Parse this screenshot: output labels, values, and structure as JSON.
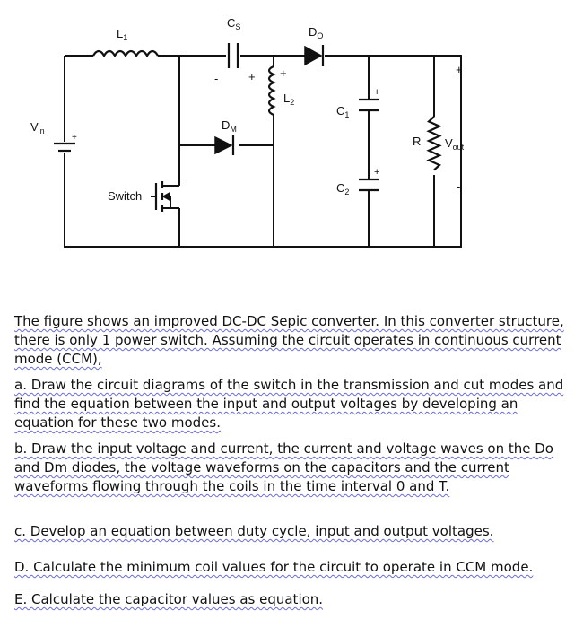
{
  "circuit": {
    "labels": {
      "l1": "L",
      "l1_sub": "1",
      "cs": "C",
      "cs_sub": "S",
      "do": "D",
      "do_sub": "O",
      "l2": "L",
      "l2_sub": "2",
      "c1": "C",
      "c1_sub": "1",
      "c2": "C",
      "c2_sub": "2",
      "dm": "D",
      "dm_sub": "M",
      "vin": "V",
      "vin_sub": "in",
      "r": "R",
      "vout": "V",
      "vout_sub": "out",
      "switch": "Switch",
      "plus": "+",
      "minus": "-"
    }
  },
  "question": {
    "intro": "The figure shows an improved DC-DC Sepic converter. In this converter structure, there is only 1 power switch. Assuming the circuit operates in continuous current mode (CCM),",
    "part_a": "a. Draw the circuit diagrams of the switch in the transmission and cut modes and find the equation between the input and output voltages by developing an equation for these two modes.",
    "part_b": "b. Draw the input voltage and current, the current and voltage waves on the Do and Dm diodes, the voltage waveforms on the capacitors and the current waveforms flowing through the coils in the time interval 0 and T.",
    "part_c": "c. Develop an equation between duty cycle, input and output voltages.",
    "part_d": "D. Calculate the minimum coil values for the circuit to operate in CCM mode.",
    "part_e": "E. Calculate the capacitor values as equation."
  }
}
